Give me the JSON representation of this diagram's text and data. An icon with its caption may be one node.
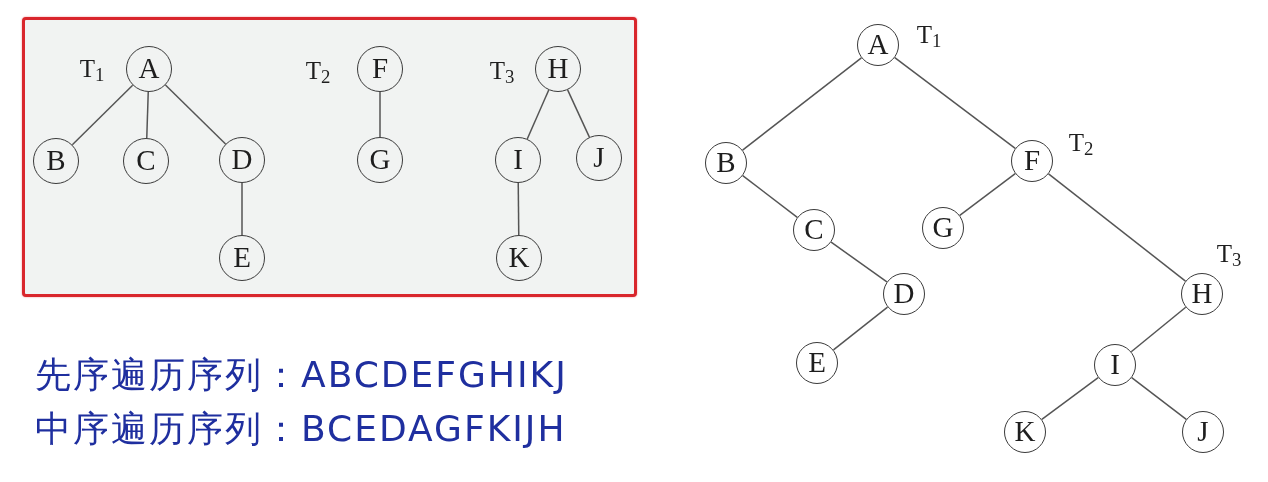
{
  "diagram": {
    "nodes": [
      {
        "text": [],
        "shape": "box"
      },
      {
        "text": [
          "A"
        ],
        "in": 0,
        "beside": [
          "T$_{1}$"
        ]
      },
      {
        "text": [
          "F"
        ],
        "in": 0,
        "beside": [
          "T$_{2}$"
        ]
      },
      {
        "text": [
          "H"
        ],
        "in": 0,
        "beside": [
          "T$_{3}$"
        ]
      },
      {
        "text": [
          "B"
        ],
        "in": 0
      },
      {
        "text": [
          "C"
        ],
        "in": 0
      },
      {
        "text": [
          "D"
        ],
        "in": 0
      },
      {
        "text": [
          "G"
        ],
        "in": 0
      },
      {
        "text": [
          "I"
        ],
        "in": 0
      },
      {
        "text": [
          "J"
        ],
        "in": 0
      },
      {
        "text": [
          "E"
        ],
        "in": 0
      },
      {
        "text": [
          "K"
        ],
        "in": 0
      },
      {
        "text": [
          "A"
        ],
        "beside": [
          "T$_{1}$"
        ]
      },
      {
        "text": [
          "B"
        ]
      },
      {
        "text": [
          "F"
        ],
        "beside": [
          "T$_{2}$"
        ]
      },
      {
        "text": [
          "C"
        ]
      },
      {
        "text": [
          "G"
        ]
      },
      {
        "text": [
          "D"
        ]
      },
      {
        "text": [
          "H"
        ],
        "beside": [
          "T$_{3}$"
        ]
      },
      {
        "text": [
          "E"
        ]
      },
      {
        "text": [
          "I"
        ]
      },
      {
        "text": [
          "K"
        ]
      },
      {
        "text": [
          "J"
        ]
      }
    ],
    "edges": [
      {
        "from": 1,
        "to": 4,
        "arrow": "none"
      },
      {
        "from": 1,
        "to": 5,
        "arrow": "none"
      },
      {
        "from": 1,
        "to": 6,
        "arrow": "none"
      },
      {
        "from": 6,
        "to": 10,
        "arrow": "none"
      },
      {
        "from": 2,
        "to": 7,
        "arrow": "none"
      },
      {
        "from": 3,
        "to": 8,
        "arrow": "none"
      },
      {
        "from": 3,
        "to": 9,
        "arrow": "none"
      },
      {
        "from": 8,
        "to": 11,
        "arrow": "none"
      },
      {
        "from": 12,
        "to": 13,
        "arrow": "none"
      },
      {
        "from": 12,
        "to": 14,
        "arrow": "none"
      },
      {
        "from": 13,
        "to": 15,
        "arrow": "none"
      },
      {
        "from": 15,
        "to": 17,
        "arrow": "none"
      },
      {
        "from": 17,
        "to": 19,
        "arrow": "none"
      },
      {
        "from": 14,
        "to": 16,
        "arrow": "none"
      },
      {
        "from": 14,
        "to": 18,
        "arrow": "none"
      },
      {
        "from": 18,
        "to": 20,
        "arrow": "none"
      },
      {
        "from": 20,
        "to": 21,
        "arrow": "none"
      },
      {
        "from": 20,
        "to": 22,
        "arrow": "none"
      }
    ],
    "labels": [
      "先序遍历序列：ABCDEFGHIKJ",
      "中序遍历序列：BCEDAGFKIJH"
    ]
  }
}
